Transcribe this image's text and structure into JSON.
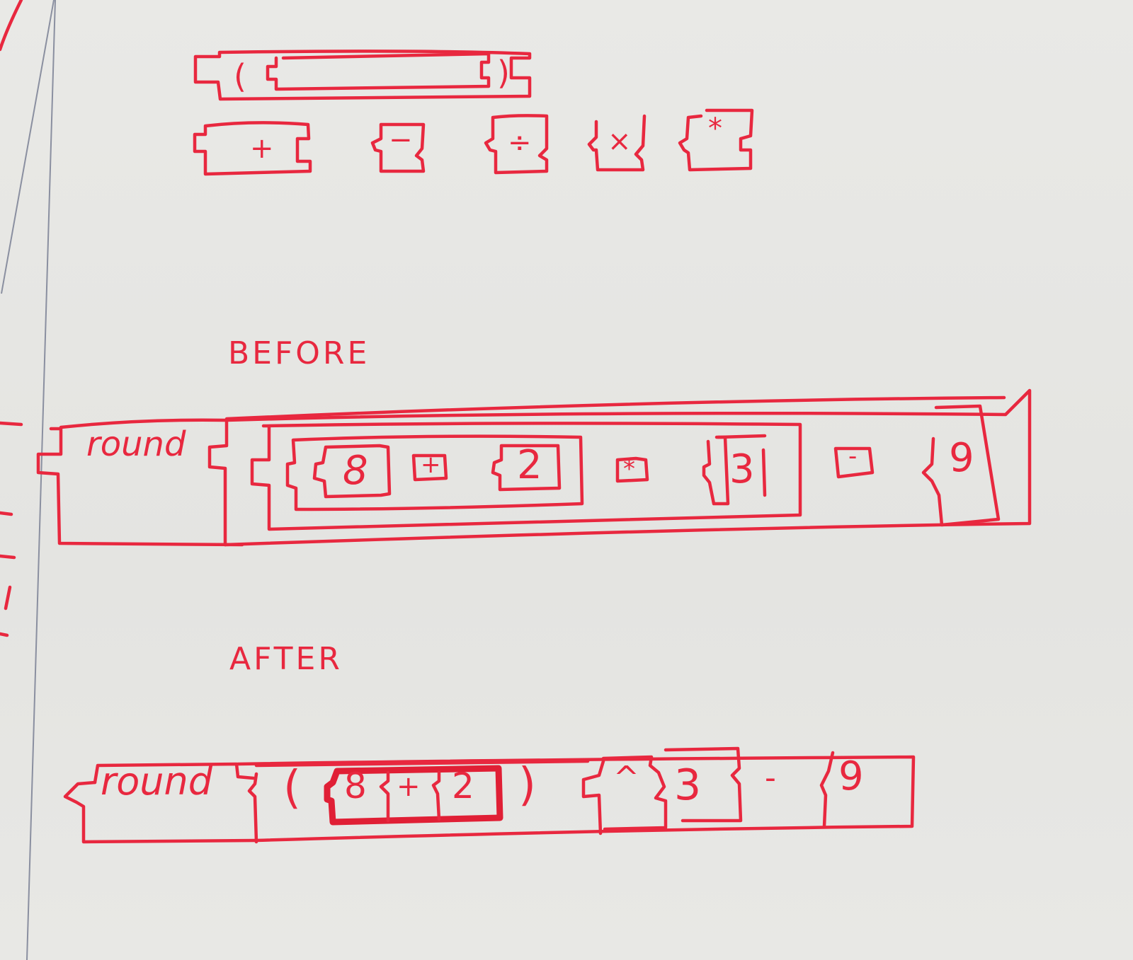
{
  "palette": {
    "block_templates": {
      "paren_block": {
        "open": "(",
        "close": ")"
      },
      "operators": [
        {
          "symbol": "+",
          "name": "plus"
        },
        {
          "symbol": "−",
          "name": "minus"
        },
        {
          "symbol": "÷",
          "name": "divide"
        },
        {
          "symbol": "×",
          "name": "times"
        },
        {
          "symbol": "*",
          "name": "asterisk"
        }
      ]
    }
  },
  "before": {
    "label": "BEFORE",
    "function_name": "round",
    "values": {
      "a": "8",
      "op1": "+",
      "b": "2",
      "op2": "*",
      "c": "3",
      "op3": "-",
      "d": "9"
    }
  },
  "after": {
    "label": "AFTER",
    "function_name": "round",
    "open_paren": "(",
    "close_paren": ")",
    "values": {
      "a": "8",
      "op1": "+",
      "b": "2",
      "op2": "^",
      "c": "3",
      "op3": "-",
      "d": "9"
    }
  },
  "colors": {
    "ink": "#e8283f",
    "paper": "#e6e6e3",
    "margin_line": "#8a8fa0"
  }
}
